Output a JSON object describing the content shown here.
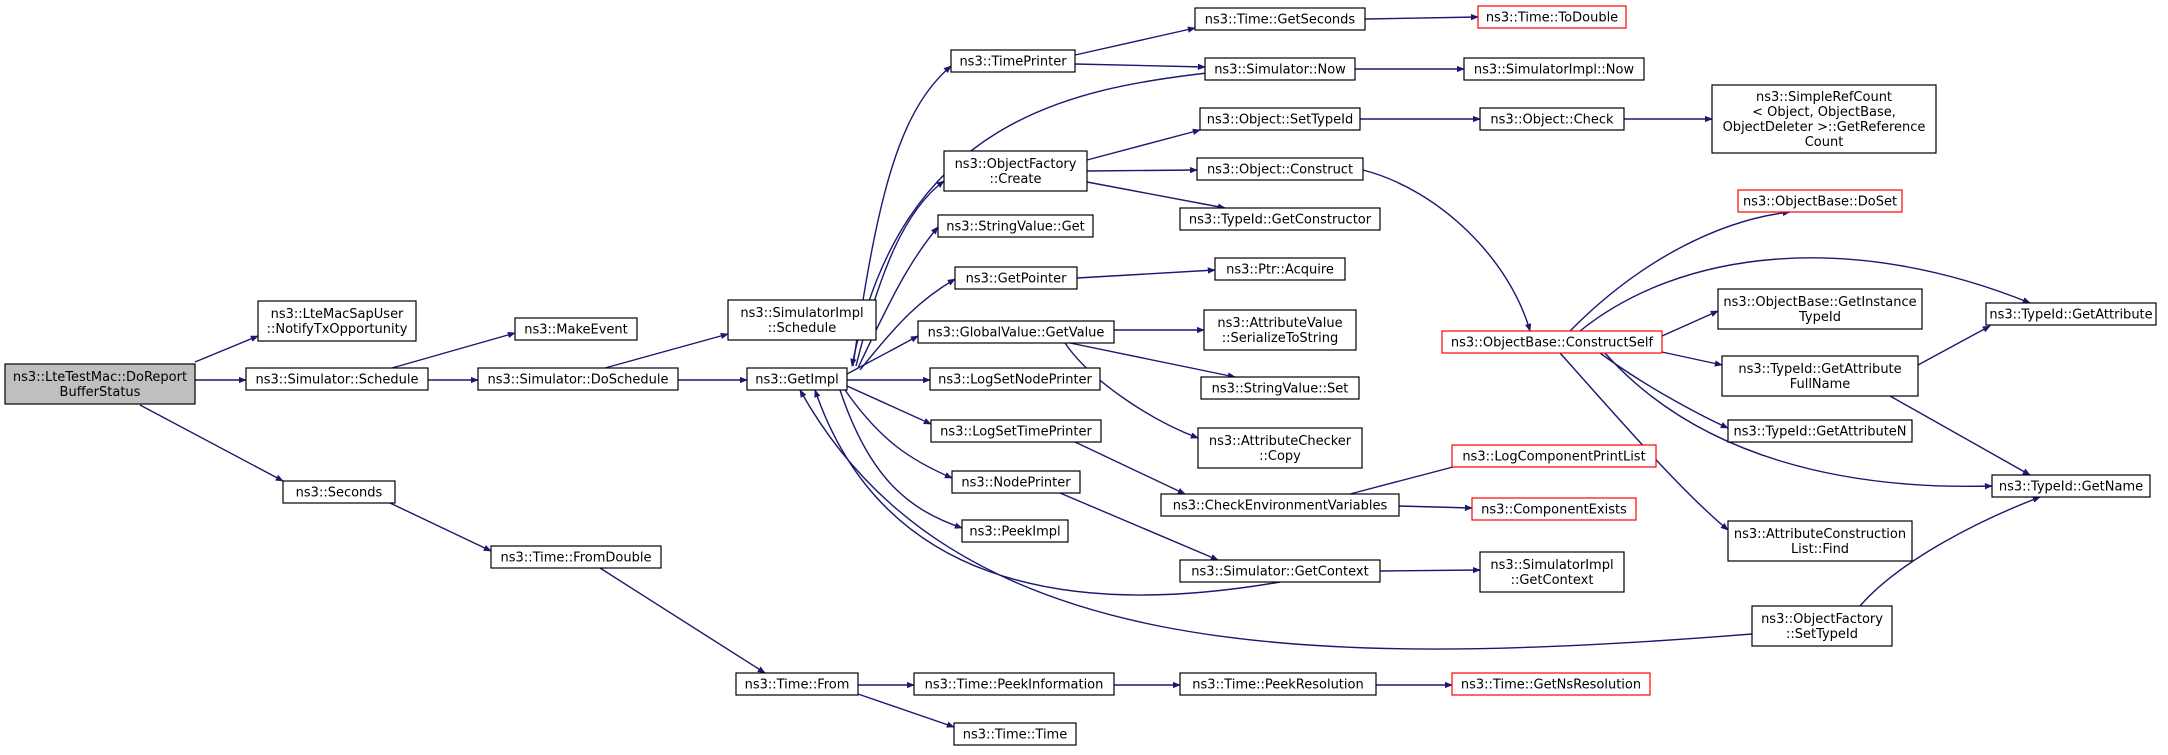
{
  "colors": {
    "edge": "#191970",
    "box_border": "#000000",
    "box_border_truncated": "#ff0000",
    "box_fill": "#ffffff",
    "root_fill": "#bfbfbf"
  },
  "nodes": {
    "n_root": {
      "lines": [
        "ns3::LteTestMac::DoReport",
        "BufferStatus"
      ],
      "kind": "root"
    },
    "n_notify": {
      "lines": [
        "ns3::LteMacSapUser",
        "::NotifyTxOpportunity"
      ],
      "kind": "normal"
    },
    "n_sched": {
      "lines": [
        "ns3::Simulator::Schedule"
      ],
      "kind": "normal"
    },
    "n_seconds": {
      "lines": [
        "ns3::Seconds"
      ],
      "kind": "normal"
    },
    "n_makeevent": {
      "lines": [
        "ns3::MakeEvent"
      ],
      "kind": "normal"
    },
    "n_dosched": {
      "lines": [
        "ns3::Simulator::DoSchedule"
      ],
      "kind": "normal"
    },
    "n_implsched": {
      "lines": [
        "ns3::SimulatorImpl",
        "::Schedule"
      ],
      "kind": "normal"
    },
    "n_getimpl": {
      "lines": [
        "ns3::GetImpl"
      ],
      "kind": "normal"
    },
    "n_fromdouble": {
      "lines": [
        "ns3::Time::FromDouble"
      ],
      "kind": "normal"
    },
    "n_from": {
      "lines": [
        "ns3::Time::From"
      ],
      "kind": "normal"
    },
    "n_peekinfo": {
      "lines": [
        "ns3::Time::PeekInformation"
      ],
      "kind": "normal"
    },
    "n_timetime": {
      "lines": [
        "ns3::Time::Time"
      ],
      "kind": "normal"
    },
    "n_peekres": {
      "lines": [
        "ns3::Time::PeekResolution"
      ],
      "kind": "normal"
    },
    "n_getnsres": {
      "lines": [
        "ns3::Time::GetNsResolution"
      ],
      "kind": "truncated"
    },
    "n_timeprinter": {
      "lines": [
        "ns3::TimePrinter"
      ],
      "kind": "normal"
    },
    "n_ofcreate": {
      "lines": [
        "ns3::ObjectFactory",
        "::Create"
      ],
      "kind": "normal"
    },
    "n_strvalget": {
      "lines": [
        "ns3::StringValue::Get"
      ],
      "kind": "normal"
    },
    "n_getpointer": {
      "lines": [
        "ns3::GetPointer"
      ],
      "kind": "normal"
    },
    "n_gvgetvalue": {
      "lines": [
        "ns3::GlobalValue::GetValue"
      ],
      "kind": "normal"
    },
    "n_logsetnode": {
      "lines": [
        "ns3::LogSetNodePrinter"
      ],
      "kind": "normal"
    },
    "n_logsettime": {
      "lines": [
        "ns3::LogSetTimePrinter"
      ],
      "kind": "normal"
    },
    "n_nodeprinter": {
      "lines": [
        "ns3::NodePrinter"
      ],
      "kind": "normal"
    },
    "n_peekimpl": {
      "lines": [
        "ns3::PeekImpl"
      ],
      "kind": "normal"
    },
    "n_getseconds": {
      "lines": [
        "ns3::Time::GetSeconds"
      ],
      "kind": "normal"
    },
    "n_simnow": {
      "lines": [
        "ns3::Simulator::Now"
      ],
      "kind": "normal"
    },
    "n_settypeid": {
      "lines": [
        "ns3::Object::SetTypeId"
      ],
      "kind": "normal"
    },
    "n_construct": {
      "lines": [
        "ns3::Object::Construct"
      ],
      "kind": "normal"
    },
    "n_getconstructor": {
      "lines": [
        "ns3::TypeId::GetConstructor"
      ],
      "kind": "normal"
    },
    "n_ptracquire": {
      "lines": [
        "ns3::Ptr::Acquire"
      ],
      "kind": "normal"
    },
    "n_serialize": {
      "lines": [
        "ns3::AttributeValue",
        "::SerializeToString"
      ],
      "kind": "normal"
    },
    "n_strvalset": {
      "lines": [
        "ns3::StringValue::Set"
      ],
      "kind": "normal"
    },
    "n_checkercopy": {
      "lines": [
        "ns3::AttributeChecker",
        "::Copy"
      ],
      "kind": "normal"
    },
    "n_checkenv": {
      "lines": [
        "ns3::CheckEnvironmentVariables"
      ],
      "kind": "normal"
    },
    "n_getcontext": {
      "lines": [
        "ns3::Simulator::GetContext"
      ],
      "kind": "normal"
    },
    "n_todouble": {
      "lines": [
        "ns3::Time::ToDouble"
      ],
      "kind": "truncated"
    },
    "n_implnow": {
      "lines": [
        "ns3::SimulatorImpl::Now"
      ],
      "kind": "normal"
    },
    "n_objcheck": {
      "lines": [
        "ns3::Object::Check"
      ],
      "kind": "normal"
    },
    "n_construct_self": {
      "lines": [
        "ns3::ObjectBase::ConstructSelf"
      ],
      "kind": "truncated"
    },
    "n_logcomplist": {
      "lines": [
        "ns3::LogComponentPrintList"
      ],
      "kind": "truncated"
    },
    "n_compexists": {
      "lines": [
        "ns3::ComponentExists"
      ],
      "kind": "truncated"
    },
    "n_implgetctx": {
      "lines": [
        "ns3::SimulatorImpl",
        "::GetContext"
      ],
      "kind": "normal"
    },
    "n_ofsettypeid": {
      "lines": [
        "ns3::ObjectFactory",
        "::SetTypeId"
      ],
      "kind": "normal"
    },
    "n_refcount": {
      "lines": [
        "ns3::SimpleRefCount",
        "< Object, ObjectBase,",
        " ObjectDeleter >::GetReference",
        "Count"
      ],
      "kind": "normal"
    },
    "n_doset": {
      "lines": [
        "ns3::ObjectBase::DoSet"
      ],
      "kind": "truncated"
    },
    "n_getinsttid": {
      "lines": [
        "ns3::ObjectBase::GetInstance",
        "TypeId"
      ],
      "kind": "normal"
    },
    "n_getattrfull": {
      "lines": [
        "ns3::TypeId::GetAttribute",
        "FullName"
      ],
      "kind": "normal"
    },
    "n_getattrn": {
      "lines": [
        "ns3::TypeId::GetAttributeN"
      ],
      "kind": "normal"
    },
    "n_attrfind": {
      "lines": [
        "ns3::AttributeConstruction",
        "List::Find"
      ],
      "kind": "normal"
    },
    "n_getattr": {
      "lines": [
        "ns3::TypeId::GetAttribute"
      ],
      "kind": "normal"
    },
    "n_getname": {
      "lines": [
        "ns3::TypeId::GetName"
      ],
      "kind": "normal"
    }
  }
}
